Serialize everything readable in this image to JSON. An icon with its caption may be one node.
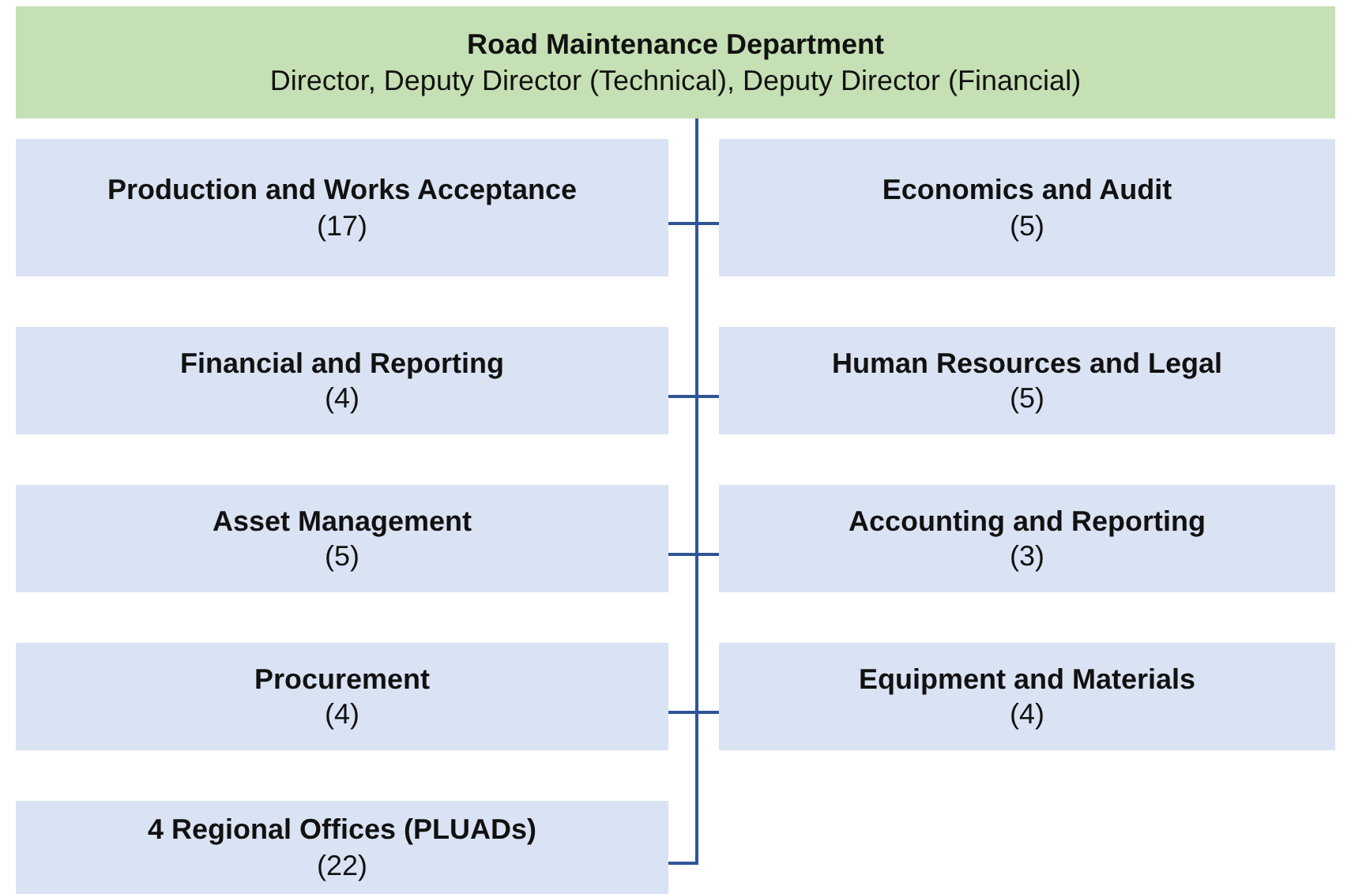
{
  "diagram": {
    "nodes": [
      {
        "text": [
          "Road Maintenance Department",
          "Director, Deputy Director (Technical), Deputy Director (Financial)"
        ]
      },
      {
        "text": [
          "Production and Works Acceptance",
          "(17)"
        ]
      },
      {
        "text": [
          "Economics and Audit",
          "(5)"
        ]
      },
      {
        "text": [
          "Financial and Reporting",
          "(4)"
        ]
      },
      {
        "text": [
          "Human Resources and Legal",
          "(5)"
        ]
      },
      {
        "text": [
          "Asset Management",
          "(5)"
        ]
      },
      {
        "text": [
          "Accounting and Reporting",
          "(3)"
        ]
      },
      {
        "text": [
          "Procurement",
          "(4)"
        ]
      },
      {
        "text": [
          "Equipment and Materials",
          "(4)"
        ]
      },
      {
        "text": [
          "4 Regional Offices (PLUADs)",
          "(22)"
        ]
      }
    ],
    "edges": [
      {
        "from": 0,
        "to": 1,
        "arrow": "none"
      },
      {
        "from": 0,
        "to": 2,
        "arrow": "none"
      },
      {
        "from": 0,
        "to": 3,
        "arrow": "none"
      },
      {
        "from": 0,
        "to": 4,
        "arrow": "none"
      },
      {
        "from": 0,
        "to": 5,
        "arrow": "none"
      },
      {
        "from": 0,
        "to": 6,
        "arrow": "none"
      },
      {
        "from": 0,
        "to": 7,
        "arrow": "none"
      },
      {
        "from": 0,
        "to": 8,
        "arrow": "none"
      },
      {
        "from": 0,
        "to": 9,
        "arrow": "none"
      }
    ]
  }
}
